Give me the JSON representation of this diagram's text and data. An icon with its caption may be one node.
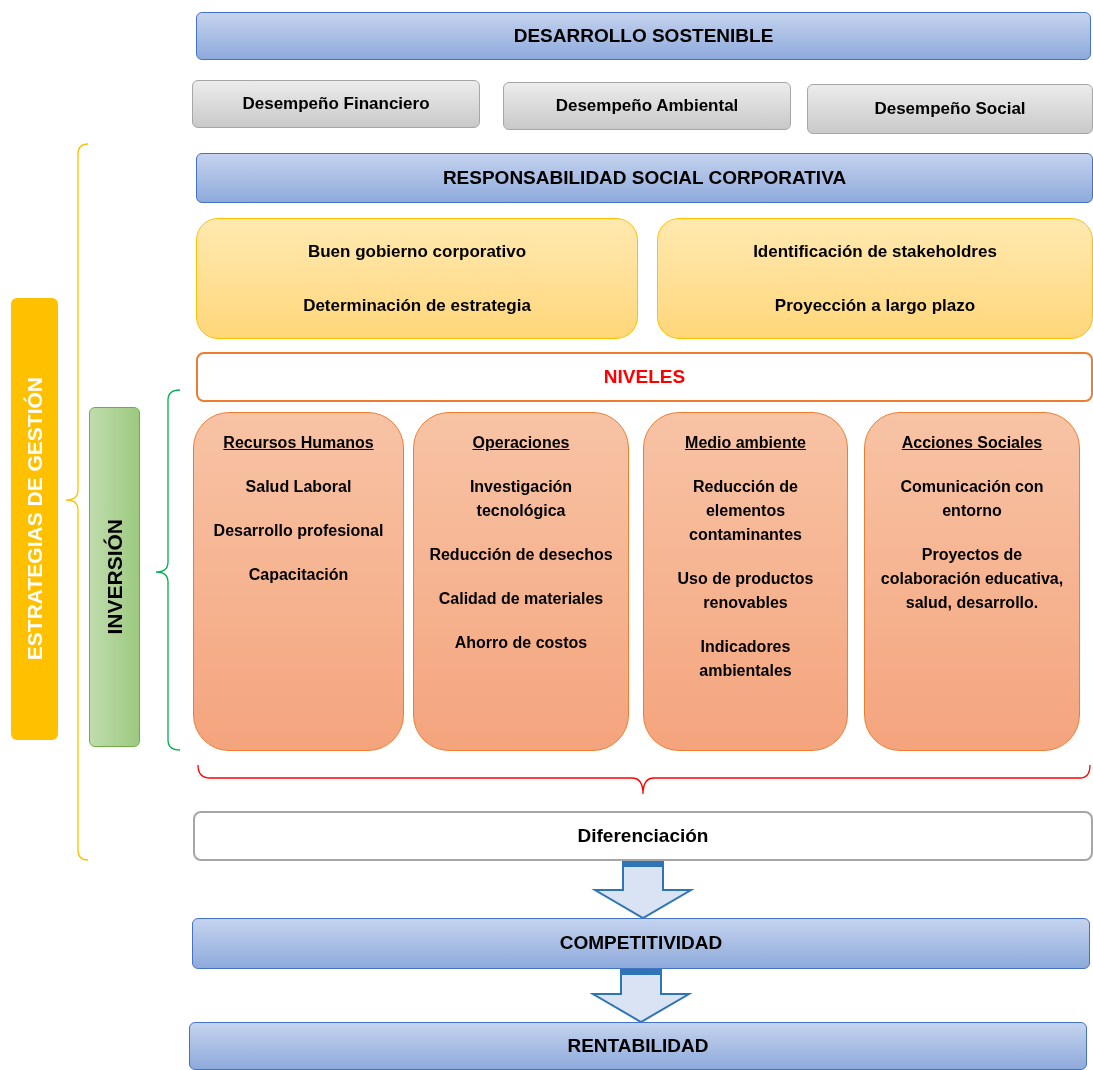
{
  "diagram": {
    "nodes": [
      {
        "text": [
          "DESARROLLO SOSTENIBLE"
        ]
      },
      {
        "text": [
          "Desempeño Financiero"
        ]
      },
      {
        "text": [
          "Desempeño Ambiental"
        ]
      },
      {
        "text": [
          "Desempeño Social"
        ]
      },
      {
        "text": [
          "RESPONSABILIDAD SOCIAL CORPORATIVA"
        ]
      },
      {
        "text": [
          "Buen gobierno corporativo",
          "Determinación de estrategia"
        ]
      },
      {
        "text": [
          "Identificación de stakeholdres",
          "Proyección a largo plazo"
        ]
      },
      {
        "text": [
          "NIVELES"
        ]
      },
      {
        "text": [
          "Recursos Humanos",
          "Salud Laboral",
          "Desarrollo profesional",
          "Capacitación"
        ]
      },
      {
        "text": [
          "Operaciones",
          "Investigación tecnológica",
          "Reducción de desechos",
          "Calidad de materiales",
          "Ahorro de costos"
        ]
      },
      {
        "text": [
          "Medio ambiente",
          "Reducción de elementos contaminantes",
          "Uso de productos renovables",
          "Indicadores ambientales"
        ]
      },
      {
        "text": [
          "Acciones Sociales",
          "Comunicación con entorno",
          "Proyectos de colaboración educativa, salud, desarrollo."
        ]
      },
      {
        "text": [
          "Diferenciación"
        ]
      },
      {
        "text": [
          "COMPETITIVIDAD"
        ]
      },
      {
        "text": [
          "RENTABILIDAD"
        ]
      },
      {
        "text": [
          "ESTRATEGIAS DE GESTIÓN"
        ]
      },
      {
        "text": [
          "INVERSIÓN"
        ]
      }
    ],
    "edges": [
      {
        "from": 12,
        "to": 13,
        "arrow": "to"
      },
      {
        "from": 13,
        "to": 14,
        "arrow": "to"
      }
    ]
  }
}
